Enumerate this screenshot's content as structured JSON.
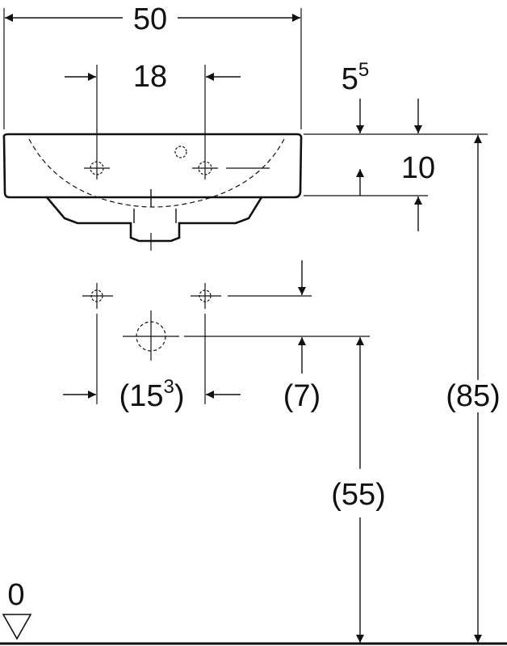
{
  "drawing": {
    "dimensions": {
      "overall_width": "50",
      "tap_hole_spacing": "18",
      "rim_offset_base": "5",
      "rim_offset_sup": "5",
      "bowl_height": "10",
      "waste_spacing_base": "(15",
      "waste_spacing_sup": "3",
      "waste_spacing_close": ")",
      "waste_height_offset": "(7)",
      "total_height": "(85)",
      "waste_height": "(55)",
      "floor_level": "0"
    },
    "colors": {
      "line": "#111111",
      "background": "#ffffff"
    }
  }
}
